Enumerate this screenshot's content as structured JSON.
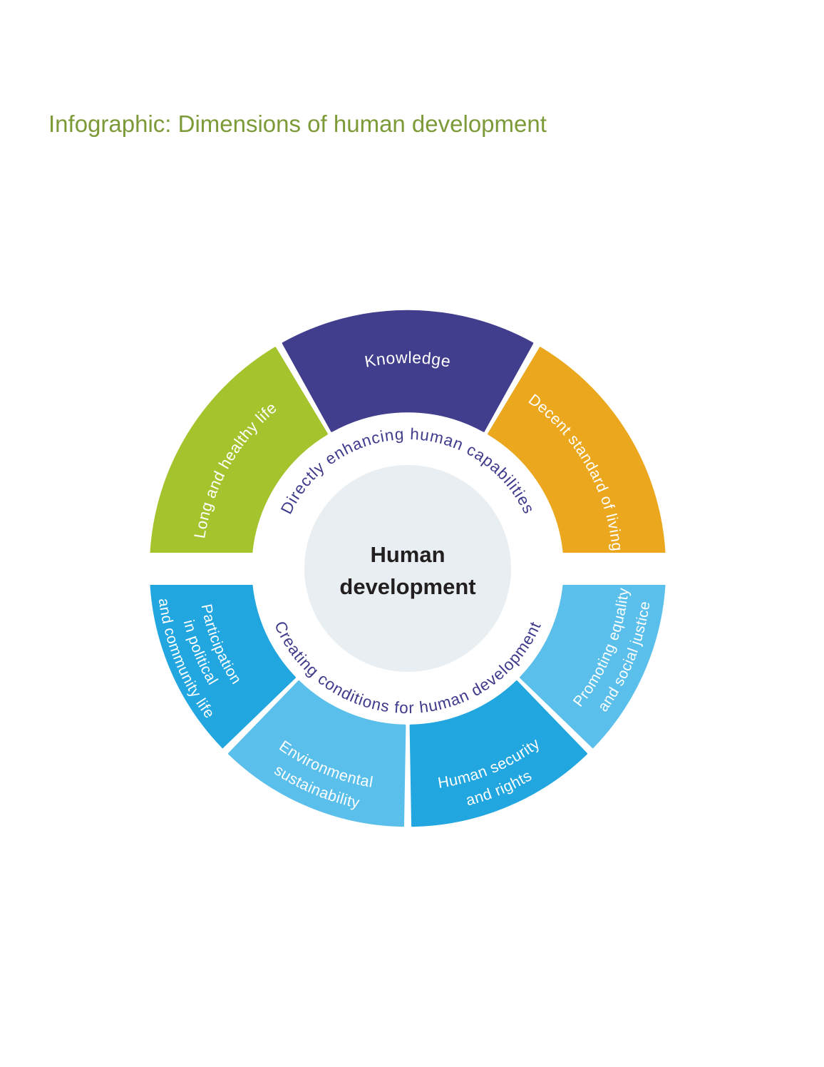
{
  "page": {
    "title": "Infographic: Dimensions of human development"
  },
  "wheel": {
    "center_label": {
      "line1": "Human",
      "line2": "development"
    },
    "top_arc_text": "Directly enhancing human capabilities",
    "bottom_arc_text": "Creating conditions for human development",
    "segments": [
      {
        "id": "long-and-healthy-life",
        "label_lines": [
          "Long and healthy life"
        ],
        "color": "#a5c32d"
      },
      {
        "id": "knowledge",
        "label_lines": [
          "Knowledge"
        ],
        "color": "#423e8e"
      },
      {
        "id": "decent-standard-of-living",
        "label_lines": [
          "Decent standard of living"
        ],
        "color": "#eba81e"
      },
      {
        "id": "promoting-equality-and-social-justice",
        "label_lines": [
          "Promoting equality",
          "and social justice"
        ],
        "color": "#5abfea"
      },
      {
        "id": "human-security-and-rights",
        "label_lines": [
          "Human security",
          "and rights"
        ],
        "color": "#22a6e0"
      },
      {
        "id": "environmental-sustainability",
        "label_lines": [
          "Environmental",
          "sustainability"
        ],
        "color": "#5abfea"
      },
      {
        "id": "participation-in-political-and-community-life",
        "label_lines": [
          "Participation",
          "in political",
          "and community life"
        ],
        "color": "#22a6e0"
      }
    ],
    "colors": {
      "title_text": "#7c9b38",
      "arc_caption_text": "#3e3a8c",
      "segment_label_text": "#ffffff",
      "center_circle_fill": "#e8eef1",
      "center_text": "#231f20",
      "background": "#ffffff"
    }
  }
}
